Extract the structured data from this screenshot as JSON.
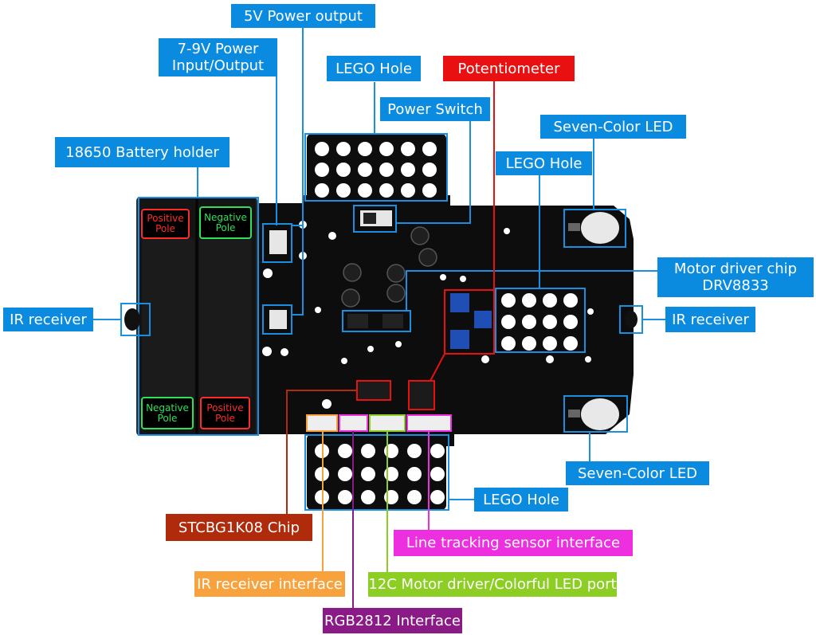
{
  "labels": {
    "power_5v": "5V Power output",
    "power_79v_line1": "7-9V Power",
    "power_79v_line2": "Input/Output",
    "lego_hole_top": "LEGO Hole",
    "potentiometer": "Potentiometer",
    "power_switch": "Power Switch",
    "seven_color_led_top": "Seven-Color LED",
    "battery_holder": "18650 Battery holder",
    "lego_hole_right": "LEGO Hole",
    "motor_driver_line1": "Motor driver chip",
    "motor_driver_line2": "DRV8833",
    "ir_receiver_left": "IR receiver",
    "ir_receiver_right": "IR receiver",
    "seven_color_led_bottom": "Seven-Color LED",
    "lego_hole_bottom": "LEGO Hole",
    "stc_chip": "STCBG1K08 Chip",
    "line_tracking": "Line tracking sensor interface",
    "ir_interface": "IR receiver interface",
    "i2c_port": "12C Motor driver/Colorful LED port",
    "rgb_interface": "RGB2812 Interface"
  },
  "battery": {
    "positive_top_line1": "Positive",
    "positive_top_line2": "Pole",
    "negative_top_line1": "Negative",
    "negative_top_line2": "Pole",
    "negative_bottom_line1": "Negative",
    "negative_bottom_line2": "Pole",
    "positive_bottom_line1": "Positive",
    "positive_bottom_line2": "Pole"
  },
  "colors": {
    "label_blue": "#0b8be0",
    "label_red": "#e81010",
    "label_darkred": "#b02a0c",
    "label_orange": "#f7a23c",
    "label_green": "#8cce23",
    "label_pink": "#ee2fe0",
    "label_purple": "#8a1a86",
    "board": "#0d0d0d"
  }
}
